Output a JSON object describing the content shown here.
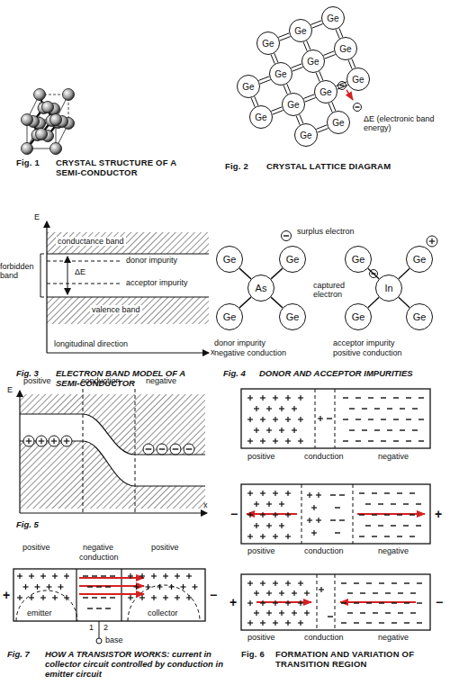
{
  "diagram": {
    "nodes": [
      {
        "text": [
          "Ge"
        ]
      },
      {
        "text": [
          "Ge"
        ]
      },
      {
        "text": [
          "Ge"
        ]
      },
      {
        "text": [
          "Ge"
        ]
      },
      {
        "text": [
          "Ge"
        ]
      },
      {
        "text": [
          "Ge"
        ]
      },
      {
        "text": [
          "Ge"
        ]
      },
      {
        "text": [
          "Ge"
        ]
      },
      {
        "text": [
          "Ge"
        ]
      },
      {
        "text": [
          "Ge"
        ]
      },
      {
        "text": [
          "Ge"
        ]
      },
      {
        "text": [
          "Ge"
        ]
      },
      {
        "text": [
          "Ge"
        ]
      },
      {
        "text": [
          "Ge"
        ]
      },
      {
        "text": [
          "Ge"
        ]
      },
      {
        "text": [
          "As"
        ]
      },
      {
        "text": [
          "Ge"
        ]
      },
      {
        "text": [
          "Ge"
        ]
      },
      {
        "text": [
          "Ge"
        ]
      },
      {
        "text": [
          "Ge"
        ]
      },
      {
        "text": [
          "In"
        ]
      },
      {
        "text": [
          "Ge"
        ]
      },
      {
        "text": [
          "Ge"
        ]
      }
    ],
    "edges": [
      {
        "from": 2,
        "to": 1,
        "arrow": "none"
      },
      {
        "from": 1,
        "to": 0,
        "arrow": "none"
      },
      {
        "from": 7,
        "to": 5,
        "arrow": "none"
      },
      {
        "from": 5,
        "to": 4,
        "arrow": "none"
      },
      {
        "from": 4,
        "to": 3,
        "arrow": "none"
      },
      {
        "from": 10,
        "to": 9,
        "arrow": "none"
      },
      {
        "from": 9,
        "to": 8,
        "arrow": "none"
      },
      {
        "from": 8,
        "to": 6,
        "arrow": "none"
      },
      {
        "from": 12,
        "to": 11,
        "arrow": "none"
      },
      {
        "from": 7,
        "to": 10,
        "arrow": "none"
      },
      {
        "from": 2,
        "to": 5,
        "arrow": "none"
      },
      {
        "from": 5,
        "to": 9,
        "arrow": "none"
      },
      {
        "from": 9,
        "to": 12,
        "arrow": "none"
      },
      {
        "from": 1,
        "to": 4,
        "arrow": "none"
      },
      {
        "from": 4,
        "to": 8,
        "arrow": "none"
      },
      {
        "from": 8,
        "to": 11,
        "arrow": "none"
      },
      {
        "from": 0,
        "to": 3,
        "arrow": "none"
      },
      {
        "from": 3,
        "to": 6,
        "arrow": "none"
      },
      {
        "from": 15,
        "to": 13,
        "arrow": "none"
      },
      {
        "from": 15,
        "to": 14,
        "arrow": "none"
      },
      {
        "from": 15,
        "to": 16,
        "arrow": "none"
      },
      {
        "from": 15,
        "to": 17,
        "arrow": "none"
      },
      {
        "from": 20,
        "to": 18,
        "arrow": "none"
      },
      {
        "from": 20,
        "to": 19,
        "arrow": "none"
      },
      {
        "from": 20,
        "to": 21,
        "arrow": "none"
      },
      {
        "from": 20,
        "to": 22,
        "arrow": "none"
      }
    ],
    "labels": [
      "Fig. 1",
      "CRYSTAL STRUCTURE OF A SEMI-CONDUCTOR",
      "ΔE (electronic band energy)",
      "Fig. 2",
      "CRYSTAL LATTICE DIAGRAM",
      "E",
      "conductance band",
      "forbidden band",
      "ΔE",
      "donor impurity",
      "acceptor impurity",
      "valence band",
      "longitudinal direction",
      "x",
      "Fig. 3",
      "ELECTRON BAND MODEL OF A SEMI-CONDUCTOR",
      "surplus electron",
      "donor impurity",
      "negative conduction",
      "captured electron",
      "acceptor impurity",
      "positive conduction",
      "Fig. 4",
      "DONOR AND ACCEPTOR IMPURITIES",
      "E",
      "positive",
      "conduction",
      "negative",
      "x",
      "Fig. 5",
      "positive",
      "conduction",
      "negative",
      "−",
      "+",
      "positive",
      "conduction",
      "negative",
      "+",
      "−",
      "positive",
      "conduction",
      "negative",
      "Fig. 6",
      "FORMATION AND VARIATION OF TRANSITION REGION",
      "positive",
      "negative",
      "conduction",
      "positive",
      "+",
      "−",
      "emitter",
      "collector",
      "1",
      "2",
      "base",
      "Fig. 7",
      "HOW A TRANSISTOR WORKS: current in collector circuit controlled by conduction in emitter circuit"
    ]
  }
}
